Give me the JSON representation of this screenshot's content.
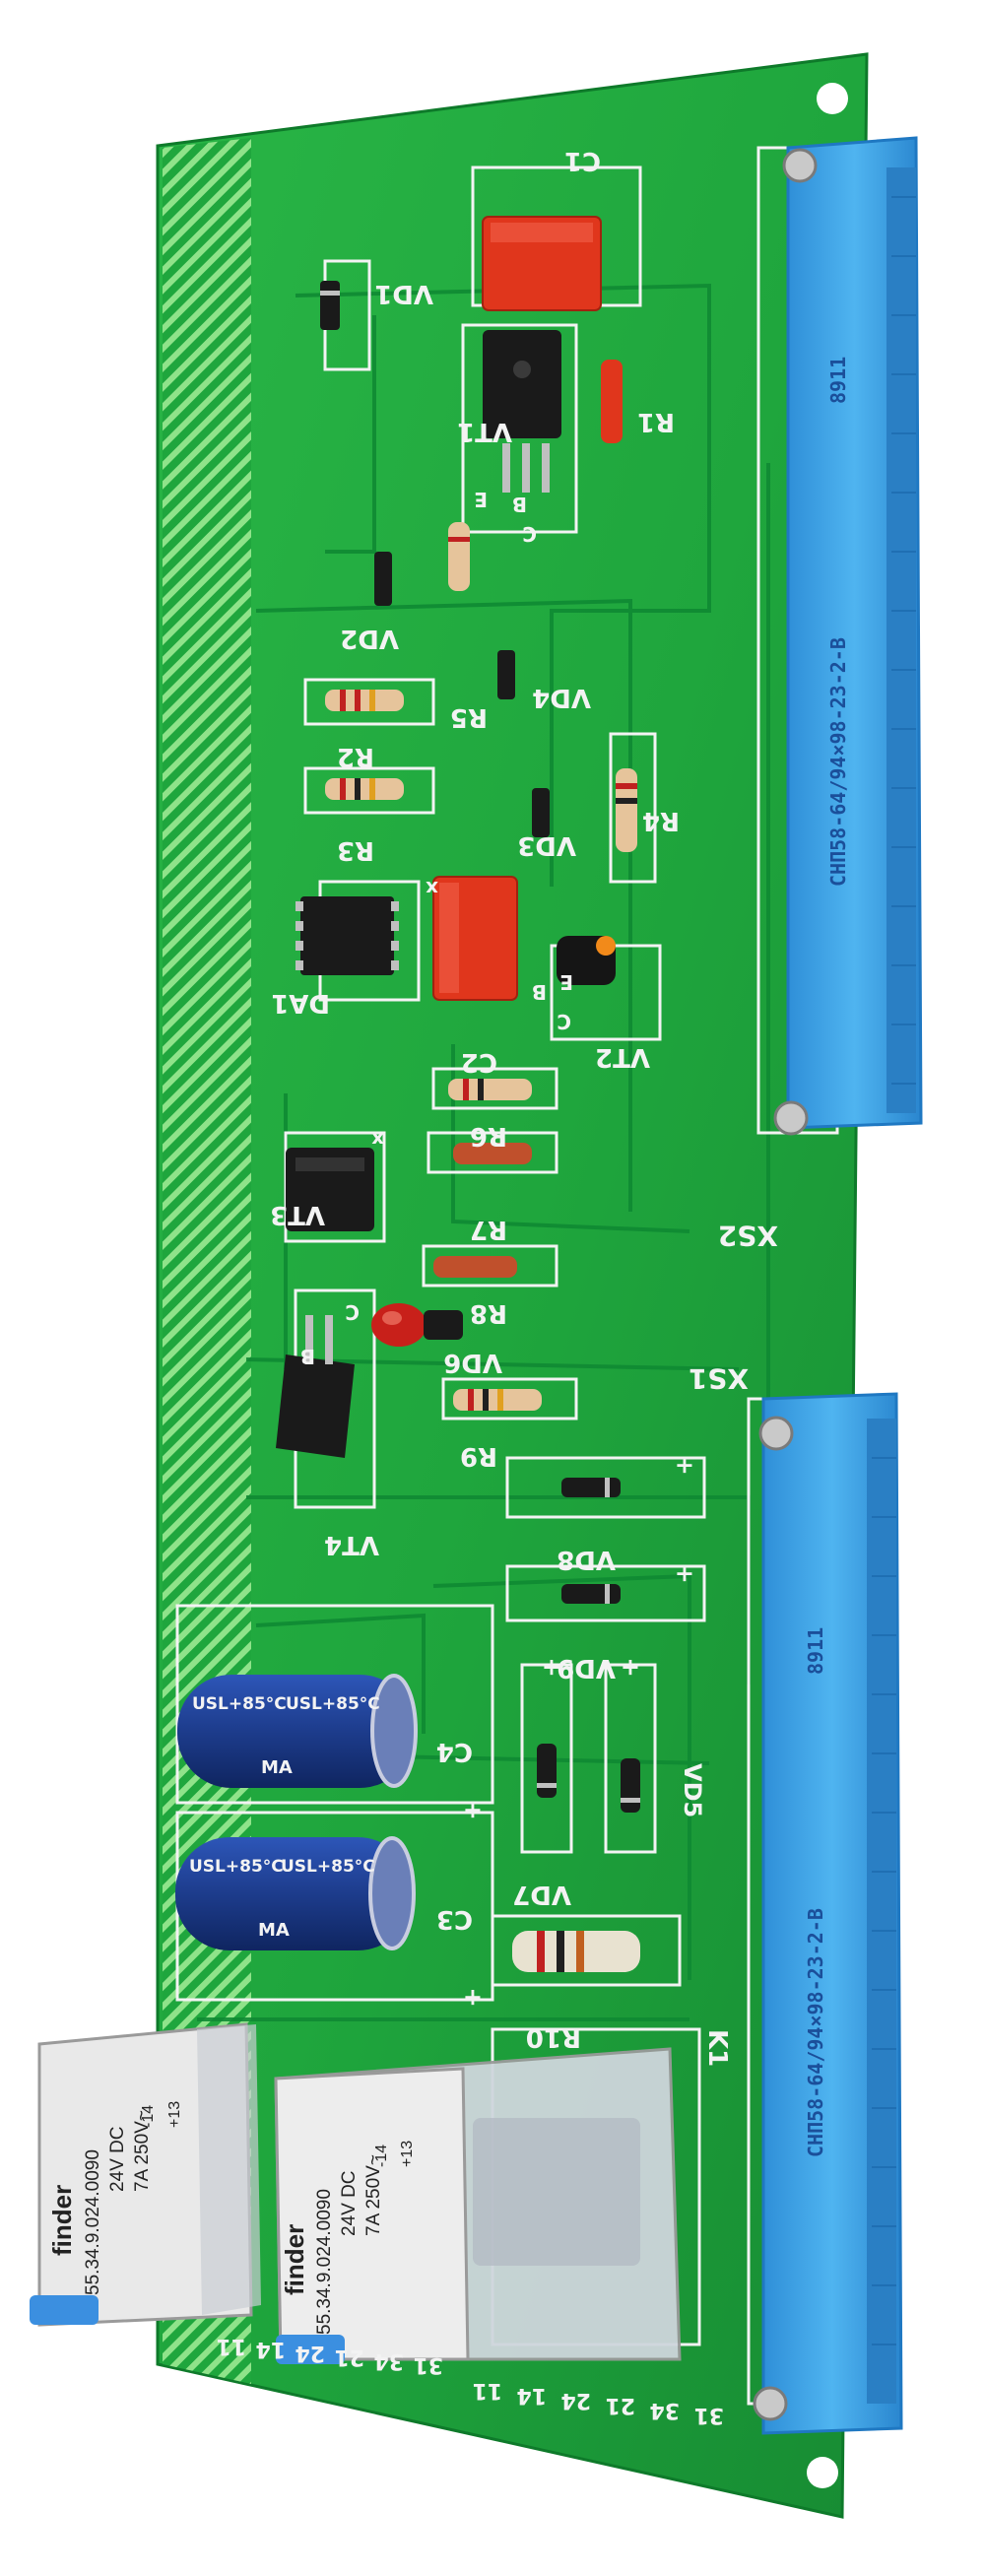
{
  "board": {
    "component_labels": [
      {
        "id": "c1",
        "text": "C1"
      },
      {
        "id": "vd1",
        "text": "VD1"
      },
      {
        "id": "vt1",
        "text": "VT1"
      },
      {
        "id": "r1",
        "text": "R1"
      },
      {
        "id": "vd2",
        "text": "VD2"
      },
      {
        "id": "r5",
        "text": "R5"
      },
      {
        "id": "vd4",
        "text": "VD4"
      },
      {
        "id": "r2",
        "text": "R2"
      },
      {
        "id": "r3",
        "text": "R3"
      },
      {
        "id": "vd3",
        "text": "VD3"
      },
      {
        "id": "r4",
        "text": "R4"
      },
      {
        "id": "da1",
        "text": "DA1"
      },
      {
        "id": "c2",
        "text": "C2"
      },
      {
        "id": "vt2",
        "text": "VT2"
      },
      {
        "id": "r6",
        "text": "R6"
      },
      {
        "id": "r7",
        "text": "R7"
      },
      {
        "id": "vt3",
        "text": "VT3"
      },
      {
        "id": "r8",
        "text": "R8"
      },
      {
        "id": "vd6",
        "text": "VD6"
      },
      {
        "id": "r9",
        "text": "R9"
      },
      {
        "id": "vt4",
        "text": "VT4"
      },
      {
        "id": "vd8",
        "text": "VD8"
      },
      {
        "id": "vd9",
        "text": "VD9"
      },
      {
        "id": "vd5",
        "text": "VD5"
      },
      {
        "id": "vd7",
        "text": "VD7"
      },
      {
        "id": "c4",
        "text": "C4"
      },
      {
        "id": "c3",
        "text": "C3"
      },
      {
        "id": "r10",
        "text": "R10"
      },
      {
        "id": "k1",
        "text": "K1"
      },
      {
        "id": "xs1",
        "text": "XS1"
      },
      {
        "id": "xs2",
        "text": "XS2"
      }
    ],
    "pin_marks": {
      "b": "B",
      "c": "C",
      "e": "E",
      "x": "x",
      "plus": "+"
    }
  },
  "connectors": [
    {
      "id": "xs2",
      "model": "СНП58-64/94×98-23-2-В",
      "date": "8911"
    },
    {
      "id": "xs1",
      "model": "СНП58-64/94×98-23-2-В",
      "date": "8911"
    }
  ],
  "capacitors": [
    {
      "id": "c4",
      "marking": "USL+85°C",
      "marking2": "USL+85°C",
      "brand": "MA"
    },
    {
      "id": "c3",
      "marking": "USL+85°C",
      "marking2": "USL+85°C",
      "brand": "MA"
    }
  ],
  "relays": [
    {
      "id": "relay-left",
      "brand": "finder",
      "part": "55.34.9.024.0090",
      "rating": "7A 250V~",
      "coil": "24V DC",
      "code_a": "+13",
      "code_b": "-14"
    },
    {
      "id": "relay-right",
      "brand": "finder",
      "part": "55.34.9.024.0090",
      "rating": "7A 250V~",
      "coil": "24V DC",
      "code_a": "+13",
      "code_b": "-14"
    }
  ],
  "relay_pins": {
    "left": [
      "11",
      "14",
      "24",
      "21",
      "34",
      "31"
    ],
    "right": [
      "11",
      "14",
      "24",
      "21",
      "34",
      "31"
    ]
  },
  "colors": {
    "pcb": "#1fa63d",
    "pcb_dark": "#0e7a2a",
    "trace": "#15903a",
    "connector": "#3aa2e6",
    "connector_dark": "#1f78c2",
    "capacitor_red": "#e0361c",
    "relay_body": "#f2f2f2",
    "cap_blue": "#1d3c8c"
  }
}
